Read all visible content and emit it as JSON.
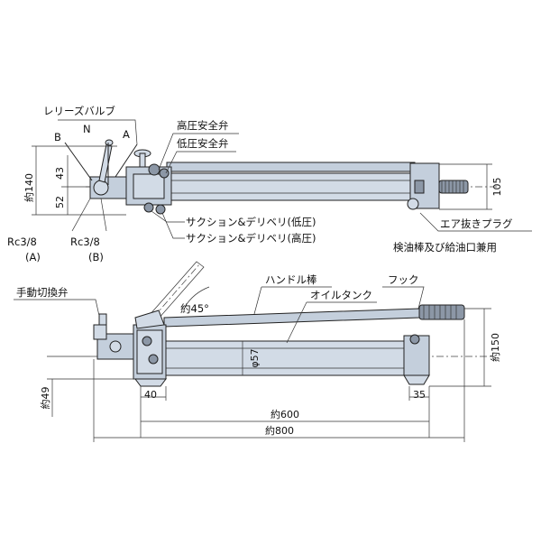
{
  "labels": {
    "release_valve": "レリーズバルブ",
    "b": "B",
    "n": "N",
    "a": "A",
    "high_pressure_safety_valve": "高圧安全弁",
    "low_pressure_safety_valve": "低圧安全弁",
    "suction_delivery_low": "サクション&デリベリ(低圧)",
    "suction_delivery_high": "サクション&デリベリ(高圧)",
    "air_vent_plug": "エア抜きプラグ",
    "dipstick_oil_port": "検油棒及び給油口兼用",
    "rc_a": "Rc3/8",
    "rc_a_sub": "(A)",
    "rc_b": "Rc3/8",
    "rc_b_sub": "(B)",
    "manual_switch_valve": "手動切換弁",
    "handle_bar": "ハンドル棒",
    "hook": "フック",
    "oil_tank": "オイルタンク",
    "angle": "約45°"
  },
  "dimensions": {
    "d140": "約140",
    "d43": "43",
    "d52": "52",
    "d105": "105",
    "d150": "約150",
    "d57": "φ57",
    "d40": "40",
    "d35": "35",
    "d49": "約49",
    "d600": "約600",
    "d800": "約800"
  }
}
